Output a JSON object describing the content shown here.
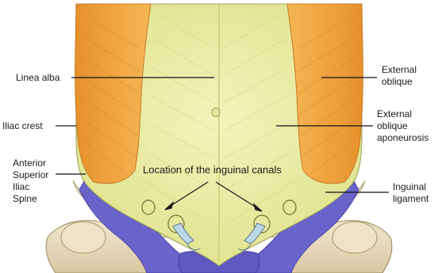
{
  "labels": {
    "linea_alba": "Linea alba",
    "iliac_crest": "Iliac crest",
    "asis_line1": "Anterior",
    "asis_line2": "Superior",
    "asis_line3": "Iliac",
    "asis_line4": "Spine",
    "external_oblique_line1": "External",
    "external_oblique_line2": "oblique",
    "eo_aponeurosis_line1": "External",
    "eo_aponeurosis_line2": "oblique",
    "eo_aponeurosis_line3": "aponeurosis",
    "inguinal_ligament_line1": "Inguinal",
    "inguinal_ligament_line2": "ligament",
    "inguinal_canals": "Location of the inguinal canals"
  },
  "colors": {
    "muscle": "#f0a53a",
    "muscle_dark": "#d9852a",
    "aponeurosis": "#e8e99a",
    "aponeurosis_light": "#f2f2b4",
    "ligament_blue": "#6a63c9",
    "bone": "#e9ddc3",
    "bone_shadow": "#c9b993",
    "outline": "#8a7a55"
  }
}
